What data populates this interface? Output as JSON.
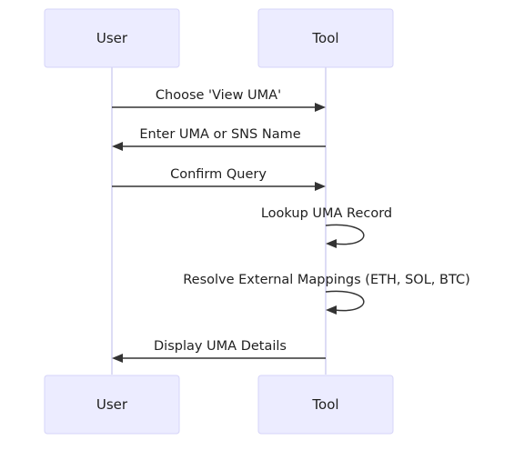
{
  "participants": [
    {
      "id": "user",
      "label": "User"
    },
    {
      "id": "tool",
      "label": "Tool"
    }
  ],
  "messages": [
    {
      "from": "user",
      "to": "tool",
      "label": "Choose 'View UMA'"
    },
    {
      "from": "tool",
      "to": "user",
      "label": "Enter UMA or SNS Name"
    },
    {
      "from": "user",
      "to": "tool",
      "label": "Confirm Query"
    },
    {
      "from": "tool",
      "to": "tool",
      "label": "Lookup UMA Record"
    },
    {
      "from": "tool",
      "to": "tool",
      "label": "Resolve External Mappings (ETH, SOL, BTC)"
    },
    {
      "from": "tool",
      "to": "user",
      "label": "Display UMA Details"
    }
  ]
}
